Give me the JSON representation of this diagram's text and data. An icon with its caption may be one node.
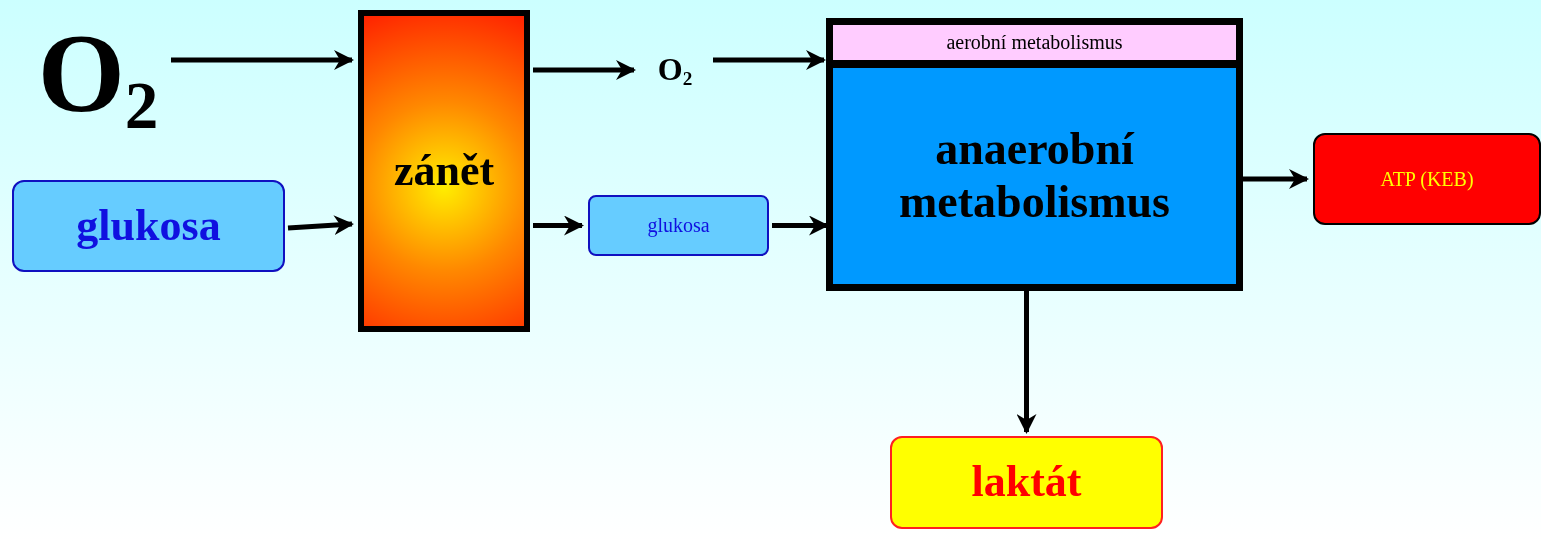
{
  "diagram": {
    "nodes": [
      {
        "text": [
          "O$_{2}$"
        ]
      },
      {
        "text": [
          "glukosa"
        ]
      },
      {
        "text": [
          "zánět"
        ]
      },
      {
        "text": [
          "O$_{2}$"
        ]
      },
      {
        "text": [
          "glukosa"
        ]
      },
      {
        "text": [],
        "shape": "box"
      },
      {
        "text": [
          "aerobní metabolismus"
        ],
        "in": 5
      },
      {
        "text": [
          "anaerobní metabolismus"
        ],
        "in": 5
      },
      {
        "text": [
          "ATP (KEB)"
        ]
      },
      {
        "text": [
          "laktát"
        ]
      }
    ],
    "edges": [
      {
        "from": 0,
        "to": 2,
        "arrow": "to"
      },
      {
        "from": 1,
        "to": 2,
        "arrow": "to"
      },
      {
        "from": 2,
        "to": 3,
        "arrow": "to"
      },
      {
        "from": 2,
        "to": 4,
        "arrow": "to"
      },
      {
        "from": 3,
        "to": 6,
        "arrow": "to"
      },
      {
        "from": 4,
        "to": 7,
        "arrow": "to"
      },
      {
        "from": 7,
        "to": 8,
        "arrow": "to"
      },
      {
        "from": 7,
        "to": 9,
        "arrow": "to"
      }
    ]
  }
}
